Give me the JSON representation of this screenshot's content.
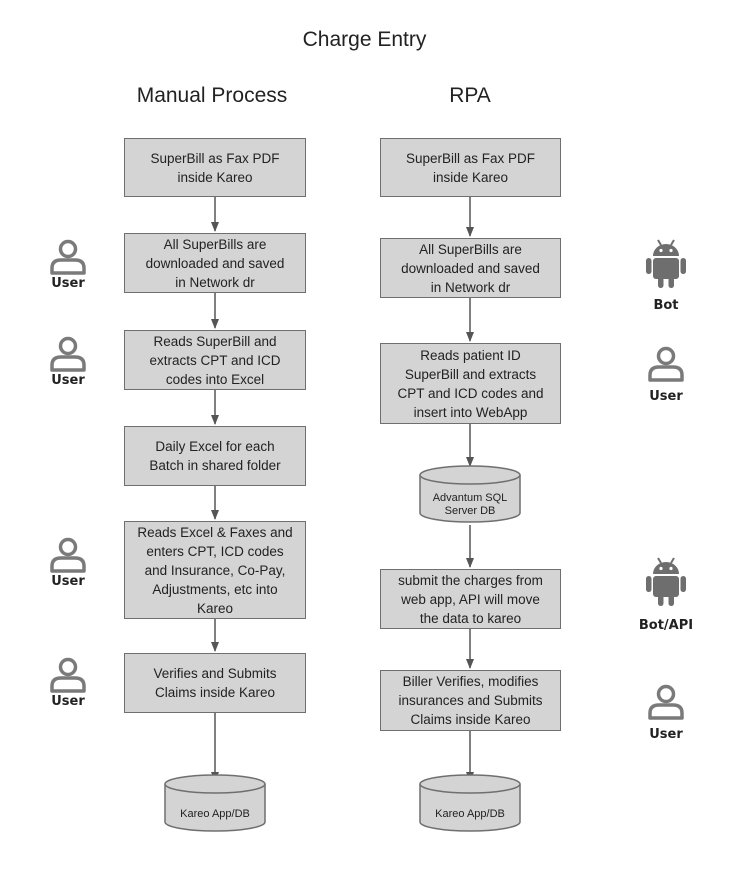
{
  "title": "Charge Entry",
  "manual": {
    "heading": "Manual Process",
    "steps": [
      "SuperBill as Fax PDF\ninside Kareo",
      "All SuperBills are\ndownloaded and saved\nin Network dr",
      "Reads SuperBill and\nextracts CPT and ICD\ncodes into Excel",
      "Daily Excel for each\nBatch in shared folder",
      "Reads Excel & Faxes and\nenters CPT, ICD codes\nand Insurance, Co-Pay,\nAdjustments, etc into\nKareo",
      "Verifies and Submits\nClaims inside Kareo"
    ],
    "db": "Kareo App/DB",
    "actors": [
      "User",
      "User",
      "User",
      "User"
    ]
  },
  "rpa": {
    "heading": "RPA",
    "steps": [
      "SuperBill as Fax PDF\ninside Kareo",
      "All SuperBills are\ndownloaded and saved\nin Network dr",
      "Reads patient ID\nSuperBill and extracts\nCPT and ICD codes and\ninsert into WebApp",
      "submit the charges from\nweb app, API will move\nthe data to kareo",
      "Biller Verifies, modifies\ninsurances and Submits\nClaims inside Kareo"
    ],
    "mid_db": "Advantum SQL\nServer DB",
    "db": "Kareo App/DB",
    "actors": [
      "Bot",
      "User",
      "Bot/API",
      "User"
    ]
  },
  "colors": {
    "box_fill": "#d4d4d4",
    "box_border": "#6f6f6f",
    "icon": "#7a7a7a",
    "bot_icon": "#6e6e6e"
  }
}
